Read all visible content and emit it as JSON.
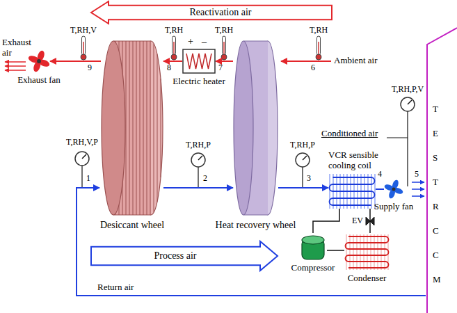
{
  "diagram": {
    "nodes": [
      {
        "text": [
          "Reactivation air"
        ]
      },
      {
        "text": [
          "Exhaust fan"
        ]
      },
      {
        "text": [
          "+",
          "_",
          "Electric heater"
        ]
      },
      {
        "text": [
          "Desiccant wheel"
        ]
      },
      {
        "text": [
          "Heat recovery wheel"
        ]
      },
      {
        "text": [
          "VCR sensible cooling coil"
        ]
      },
      {
        "text": [
          "Supply fan"
        ]
      },
      {
        "text": [
          "Compressor"
        ]
      },
      {
        "text": [
          "Condenser"
        ]
      },
      {
        "text": [
          "Process air"
        ]
      }
    ],
    "edges": [
      {
        "from": 2,
        "to": 3,
        "arrow": "to"
      },
      {
        "from": 4,
        "to": 2,
        "arrow": "to"
      },
      {
        "from": 3,
        "to": 1,
        "arrow": "to"
      },
      {
        "from": 3,
        "to": 4,
        "arrow": "to"
      },
      {
        "from": 4,
        "to": 5,
        "arrow": "to"
      },
      {
        "from": 5,
        "to": 6,
        "arrow": "none"
      },
      {
        "from": 7,
        "to": 5,
        "arrow": "none"
      },
      {
        "from": 8,
        "to": 7,
        "arrow": "none"
      },
      {
        "from": 5,
        "to": 8,
        "arrow": "none"
      }
    ],
    "labels": [
      "T,RH,V",
      "T,RH",
      "T,RH",
      "T,RH",
      "9",
      "8",
      "7",
      "6",
      "Exhaust air",
      "Ambient air",
      "T,RH,P,V",
      "Conditioned air",
      "T,RH,V,P",
      "1",
      "T,RH,P",
      "2",
      "T,RH,P",
      "3",
      "4",
      "5",
      "EV",
      "Return air",
      "T",
      "E",
      "S",
      "T",
      "R",
      "C",
      "C",
      "M"
    ]
  }
}
